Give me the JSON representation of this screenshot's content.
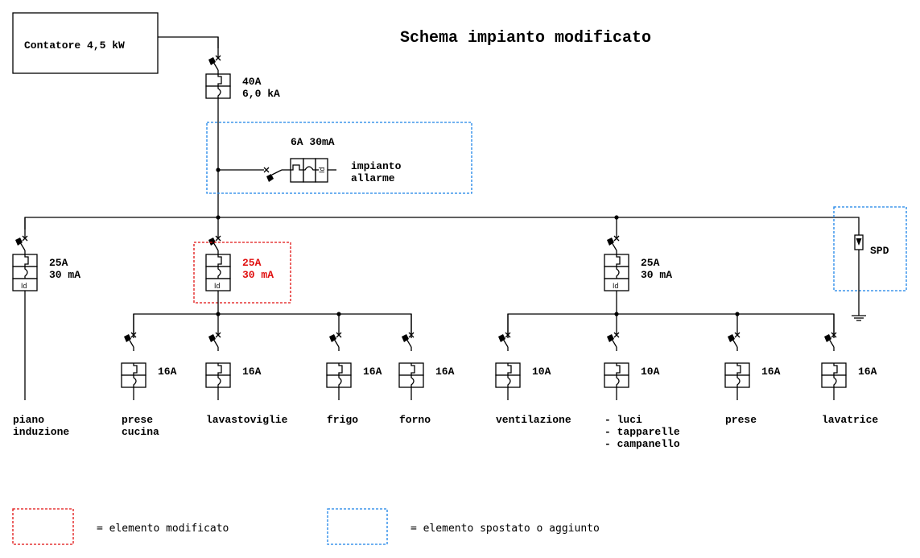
{
  "title": "Schema impianto modificato",
  "meter": {
    "label": "Contatore 4,5 kW"
  },
  "main_breaker": {
    "rating": "40A",
    "breaking_capacity": "6,0 kA"
  },
  "alarm": {
    "rating": "6A 30mA",
    "load_line1": "impianto",
    "load_line2": "allarme"
  },
  "spd": {
    "label": "SPD"
  },
  "rcbo_groups": [
    {
      "rating": "25A",
      "sensitivity": "30 mA",
      "modified": false
    },
    {
      "rating": "25A",
      "sensitivity": "30 mA",
      "modified": true
    },
    {
      "rating": "25A",
      "sensitivity": "30 mA",
      "modified": false
    }
  ],
  "induction": {
    "load_line1": "piano",
    "load_line2": "induzione"
  },
  "circuits": [
    {
      "rating": "16A",
      "load": [
        "prese",
        "cucina"
      ]
    },
    {
      "rating": "16A",
      "load": [
        "lavastoviglie"
      ]
    },
    {
      "rating": "16A",
      "load": [
        "frigo"
      ]
    },
    {
      "rating": "16A",
      "load": [
        "forno"
      ]
    },
    {
      "rating": "10A",
      "load": [
        "ventilazione"
      ]
    },
    {
      "rating": "10A",
      "load": [
        "- luci",
        "- tapparelle",
        "- campanello"
      ]
    },
    {
      "rating": "16A",
      "load": [
        "prese"
      ]
    },
    {
      "rating": "16A",
      "load": [
        "lavatrice"
      ]
    }
  ],
  "rcd_symbol_label": "Id",
  "legend": {
    "modified_label": "= elemento modificato",
    "moved_label": "= elemento spostato o aggiunto",
    "modified_color": "#e01010",
    "moved_color": "#1a82e8"
  }
}
